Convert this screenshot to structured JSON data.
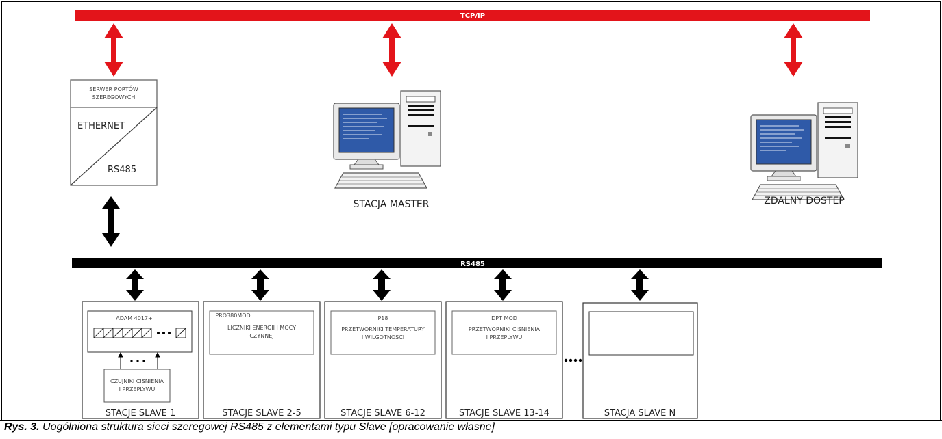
{
  "buses": {
    "tcp": "TCP/IP",
    "rs485": "RS485"
  },
  "server": {
    "title_line1": "SERWER PORTÓW",
    "title_line2": "SZEREGOWYCH",
    "top_label": "ETHERNET",
    "bottom_label": "RS485"
  },
  "master": {
    "label": "STACJA MASTER"
  },
  "remote": {
    "label": "ZDALNY DOSTEP"
  },
  "slaves": [
    {
      "label": "STACJE SLAVE 1",
      "module_title": "ADAM 4017+",
      "sensor_line1": "CZUJNIKI CISNIENIA",
      "sensor_line2": "I PRZEPLYWU"
    },
    {
      "label": "STACJE SLAVE 2-5",
      "module_title": "PRO380MOD",
      "desc_line1": "LICZNIKI ENERGII I MOCY",
      "desc_line2": "CZYNNEJ"
    },
    {
      "label": "STACJE SLAVE  6-12",
      "module_title": "P18",
      "desc_line1": "PRZETWORNIKI  TEMPERATURY",
      "desc_line2": "I WILGOTNOSCI"
    },
    {
      "label": "STACJE SLAVE 13-14",
      "module_title": "DPT MOD",
      "desc_line1": "PRZETWORNIKI  CISNIENIA",
      "desc_line2": "I PRZEPLYWU"
    },
    {
      "label": "STACJA SLAVE N"
    }
  ],
  "caption": {
    "prefix": "Rys. 3.",
    "text": " Uogólniona struktura sieci szeregowej RS485 z elementami typu Slave [opracowanie własne]"
  },
  "colors": {
    "tcp_bus": "#e3141a",
    "rs485_bus": "#000000",
    "screen": "#2f5aa8"
  }
}
